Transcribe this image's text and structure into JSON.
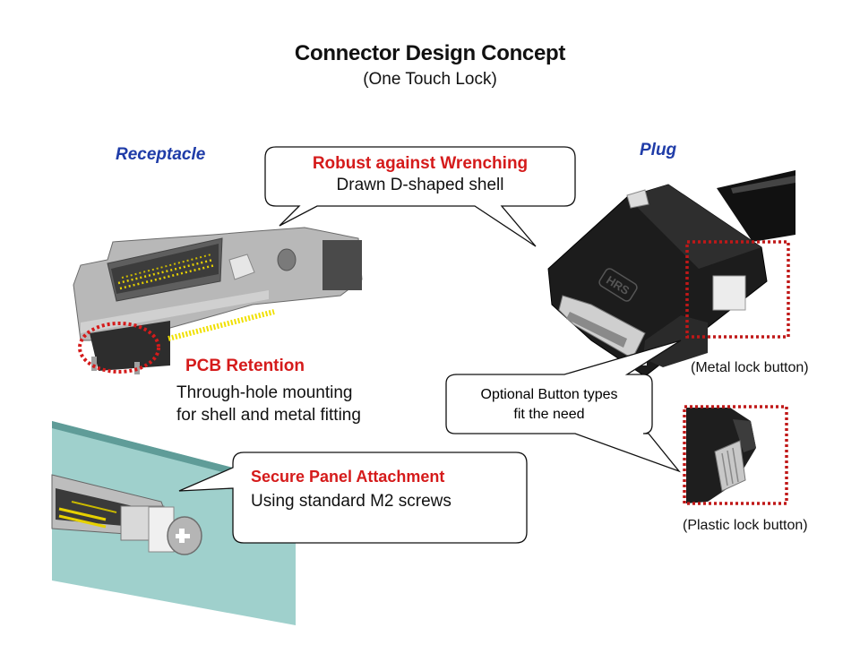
{
  "title": "Connector Design Concept",
  "subtitle": "(One Touch Lock)",
  "labels": {
    "receptacle": "Receptacle",
    "plug": "Plug"
  },
  "callouts": {
    "wrenching": {
      "heading": "Robust against Wrenching",
      "text": "Drawn D-shaped shell"
    },
    "pcb": {
      "heading": "PCB Retention",
      "line1": "Through-hole mounting",
      "line2": "for shell and metal fitting"
    },
    "panel": {
      "heading": "Secure Panel Attachment",
      "text": "Using standard M2 screws"
    },
    "buttons": {
      "line1": "Optional Button types",
      "line2": "fit the need"
    }
  },
  "captions": {
    "metal": "(Metal lock button)",
    "plastic": "(Plastic lock button)"
  },
  "plug_logo": "HRS",
  "colors": {
    "accent_red": "#d51b1b",
    "label_blue": "#1f3ca8",
    "panel_teal": "#9fd0cc",
    "plug_black": "#1a1a1a",
    "metal_gray": "#a9a9a9",
    "pin_yellow": "#e6d100"
  }
}
